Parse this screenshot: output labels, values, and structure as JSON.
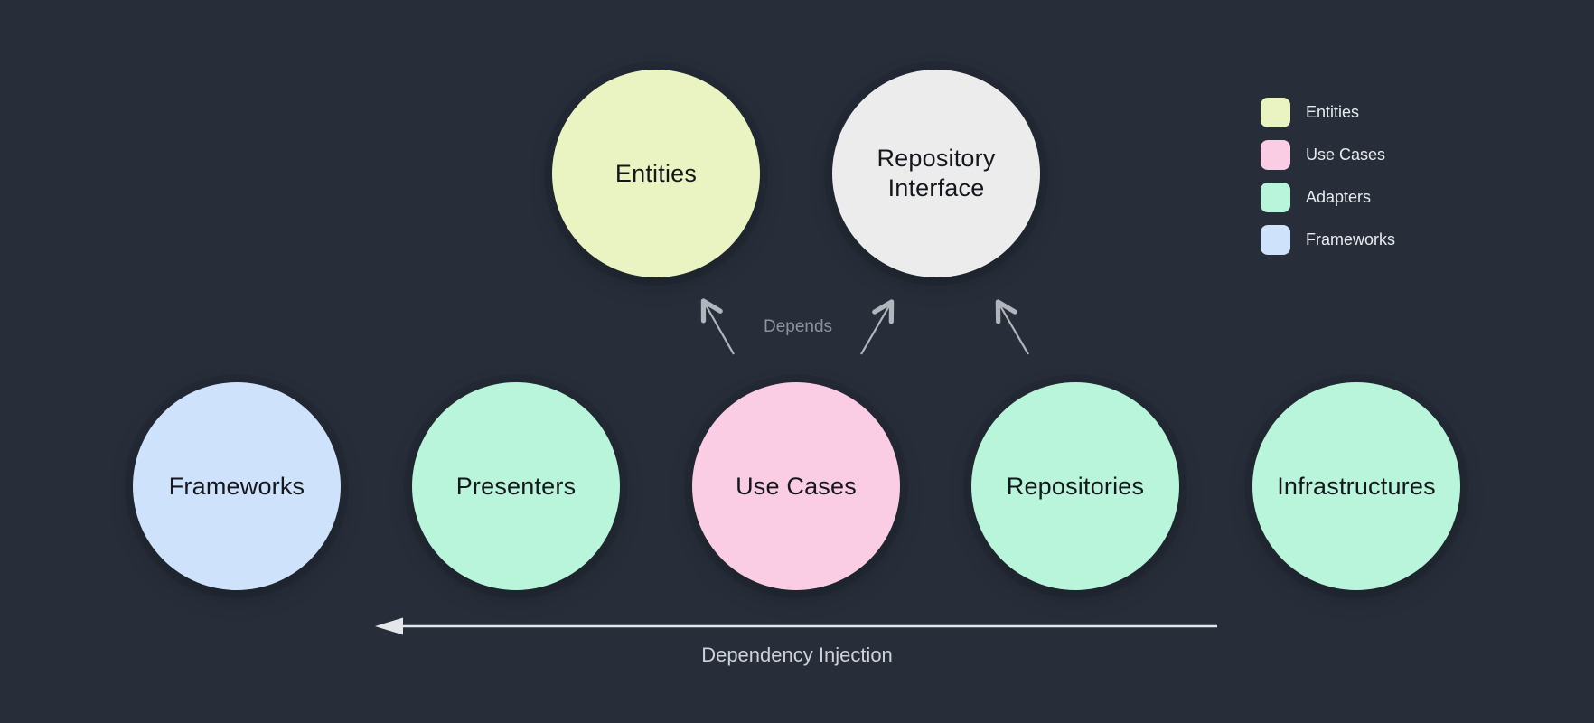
{
  "canvas": {
    "bg": "#272e3a"
  },
  "colors": {
    "entities": "#e9f4c2",
    "use_cases": "#fbcde4",
    "adapters": "#b9f5da",
    "frameworks": "#cfe2fb",
    "interface_gray": "#ececec",
    "depends_arrow": "#b1b6bd",
    "injection_arrow": "#e4e6e9"
  },
  "top_nodes": [
    {
      "label": "Entities",
      "color": "#e9f4c2"
    },
    {
      "label": "Repository Interface",
      "color": "#ececec"
    }
  ],
  "bottom_nodes": [
    {
      "label": "Frameworks",
      "color": "#cfe2fb"
    },
    {
      "label": "Presenters",
      "color": "#b9f5da"
    },
    {
      "label": "Use Cases",
      "color": "#fbcde4"
    },
    {
      "label": "Repositories",
      "color": "#b9f5da"
    },
    {
      "label": "Infrastructures",
      "color": "#b9f5da"
    }
  ],
  "annotations": {
    "depends": "Depends",
    "dependency_injection": "Dependency Injection"
  },
  "legend": {
    "items": [
      {
        "label": "Entities",
        "color": "#e9f4c2"
      },
      {
        "label": "Use Cases",
        "color": "#fbcde4"
      },
      {
        "label": "Adapters",
        "color": "#b9f5da"
      },
      {
        "label": "Frameworks",
        "color": "#cfe2fb"
      }
    ]
  }
}
